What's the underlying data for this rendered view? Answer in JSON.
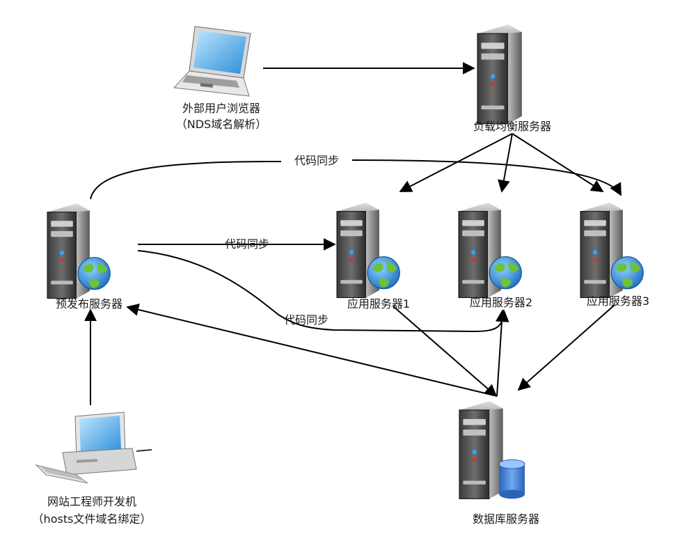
{
  "nodes": {
    "browser": {
      "label": "外部用户浏览器",
      "sublabel": "（NDS域名解析）",
      "icon": "laptop-icon"
    },
    "lb": {
      "label": "负载均衡服务器",
      "icon": "server-icon"
    },
    "prerelease": {
      "label": "预发布服务器",
      "icon": "web-server-icon"
    },
    "app1": {
      "label": "应用服务器1",
      "icon": "web-server-icon"
    },
    "app2": {
      "label": "应用服务器2",
      "icon": "web-server-icon"
    },
    "app3": {
      "label": "应用服务器3",
      "icon": "web-server-icon"
    },
    "db": {
      "label": "数据库服务器",
      "icon": "database-server-icon"
    },
    "dev": {
      "label": "网站工程师开发机",
      "sublabel": "（hosts文件域名绑定）",
      "icon": "desktop-computer-icon"
    }
  },
  "edge_labels": {
    "sync_top": "代码同步",
    "sync_mid": "代码同步",
    "sync_low": "代码同步"
  },
  "colors": {
    "line": "#000000",
    "server_dark": "#1c1c1c",
    "server_light": "#8a8a8a",
    "globe_blue": "#1e88d0",
    "globe_green": "#6cc23a",
    "db_blue": "#3d7fd6",
    "screen_blue": "#39a9e8"
  }
}
